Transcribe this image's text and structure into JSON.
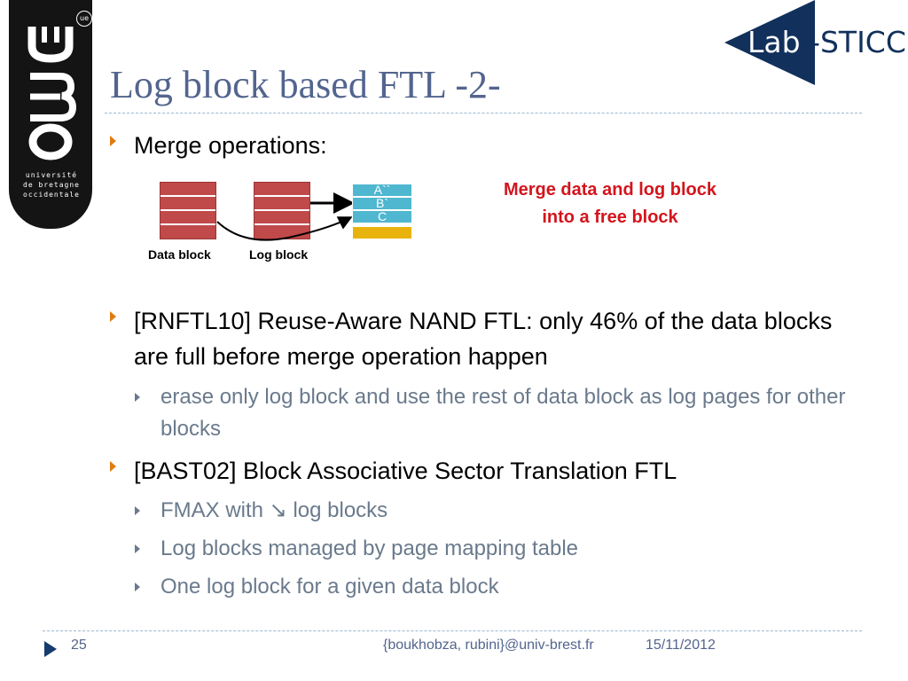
{
  "header": {
    "title": "Log block based FTL -2-"
  },
  "logos": {
    "ubo_mark_icon": "ubo-logo-icon",
    "ue_badge": "ue",
    "university_lines": [
      "université",
      "de bretagne",
      "occidentale"
    ],
    "lab_name": "Lab-STICC"
  },
  "content": {
    "merge_bullet": "Merge operations:",
    "rnftl_bullet": "[RNFTL10] Reuse-Aware NAND FTL: only 46% of the data blocks are full before merge operation happen",
    "rnftl_sub": "erase only log block and use the rest of data block as log pages for other blocks",
    "bast_bullet": "[BAST02] Block Associative Sector Translation FTL",
    "bast_subs": [
      "FMAX with ↘ log blocks",
      "Log blocks managed by page mapping table",
      "One log block for a given data block"
    ]
  },
  "diagram": {
    "data_block_label": "Data block",
    "log_block_label": "Log block",
    "free_block_pages": [
      "A``",
      "B`",
      "C"
    ],
    "merge_note": "Merge data and log block into a free block",
    "colors": {
      "block_red": "#c0494a",
      "page_blue": "#4fb7d0",
      "page_yellow": "#e8b30c",
      "note_red": "#d4141c"
    }
  },
  "footer": {
    "page_number": "25",
    "authors": "{boukhobza, rubini}@univ-brest.fr",
    "date": "15/11/2012"
  },
  "colors": {
    "title_blue": "#53658e",
    "bullet_orange": "#e07b10",
    "lab_navy": "#11305c"
  }
}
